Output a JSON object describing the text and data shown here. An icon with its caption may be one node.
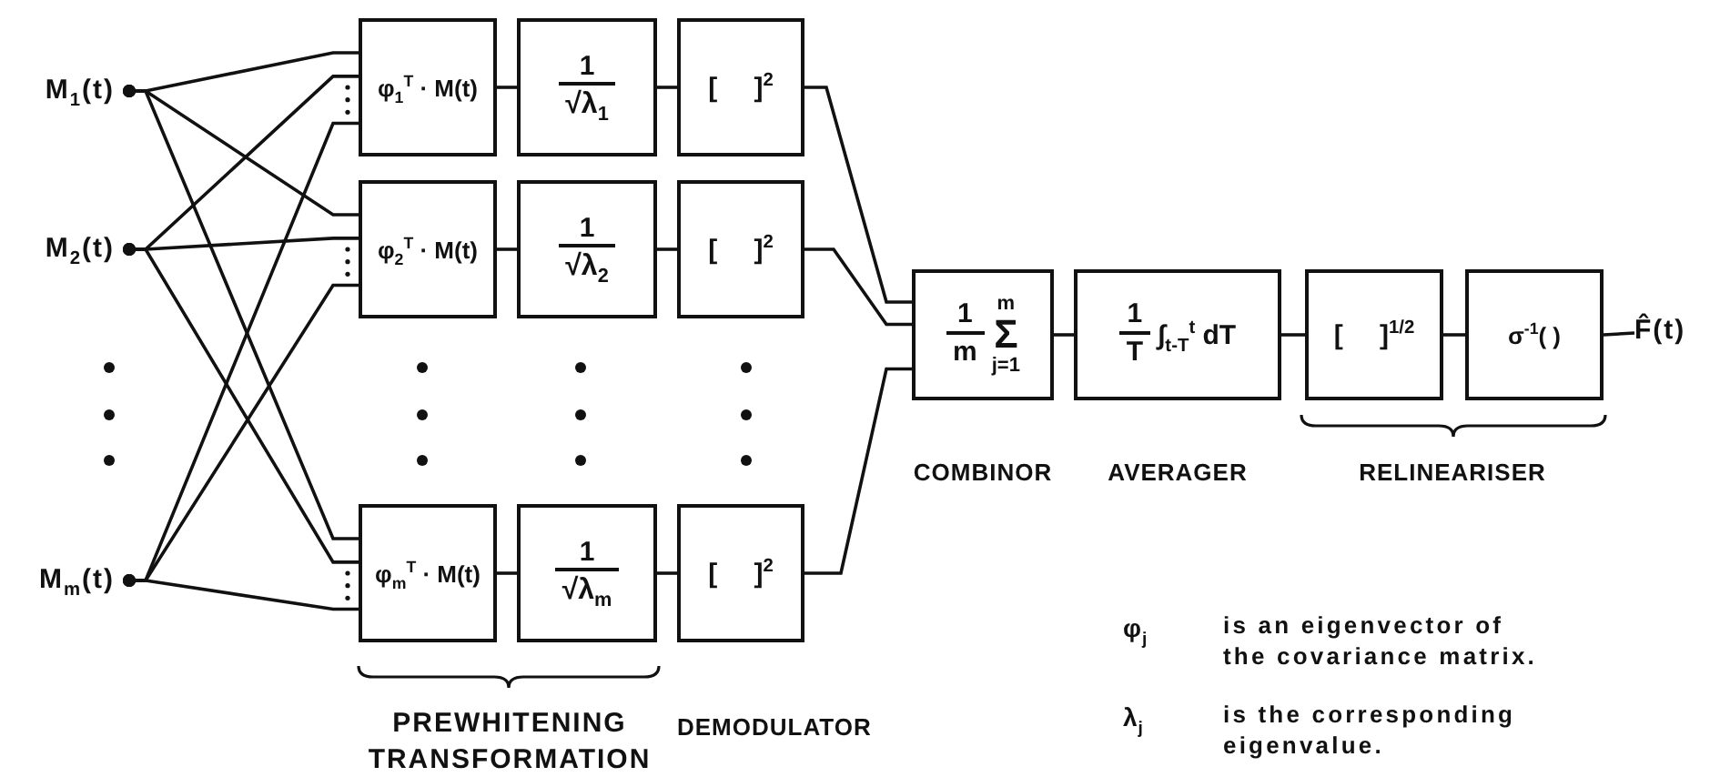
{
  "diagram": {
    "nodes": [
      {
        "text": [
          "M$_{1}$(t)"
        ]
      },
      {
        "text": [
          "M$_{2}$(t)"
        ]
      },
      {
        "text": [
          "M$_{m}$(t)"
        ]
      },
      {
        "text": [
          "φ$_{1}$$^{T}$ · M(t)"
        ]
      },
      {
        "text": [
          "1",
          "√λ$_{1}$"
        ]
      },
      {
        "text": [
          "[ ]$^{2}$"
        ]
      },
      {
        "text": [
          "φ$_{2}$$^{T}$ · M(t)"
        ]
      },
      {
        "text": [
          "1",
          "√λ$_{2}$"
        ]
      },
      {
        "text": [
          "[ ]$^{2}$"
        ]
      },
      {
        "text": [
          "φ$_{m}$$^{T}$ · M(t)"
        ]
      },
      {
        "text": [
          "1",
          "√λ$_{m}$"
        ]
      },
      {
        "text": [
          "[ ]$^{2}$"
        ]
      },
      {
        "text": [
          "1",
          "m",
          "m",
          "Σ",
          "j=1"
        ]
      },
      {
        "text": [
          "1",
          "T",
          "∫$_{t-T}$$^{t}$ dT"
        ]
      },
      {
        "text": [
          "[ ]$^{1/2}$"
        ]
      },
      {
        "text": [
          "σ$^{-1}$( )"
        ]
      },
      {
        "text": [
          "F̂(t)"
        ]
      }
    ],
    "edges": [
      {
        "from": 0,
        "to": 3,
        "arrow": "other"
      },
      {
        "from": 1,
        "to": 3,
        "arrow": "other"
      },
      {
        "from": 2,
        "to": 3,
        "arrow": "other"
      },
      {
        "from": 0,
        "to": 6,
        "arrow": "other"
      },
      {
        "from": 1,
        "to": 6,
        "arrow": "other"
      },
      {
        "from": 2,
        "to": 6,
        "arrow": "other"
      },
      {
        "from": 0,
        "to": 9,
        "arrow": "other"
      },
      {
        "from": 1,
        "to": 9,
        "arrow": "other"
      },
      {
        "from": 2,
        "to": 9,
        "arrow": "other"
      },
      {
        "from": 3,
        "to": 4,
        "arrow": "none"
      },
      {
        "from": 4,
        "to": 5,
        "arrow": "none"
      },
      {
        "from": 6,
        "to": 7,
        "arrow": "none"
      },
      {
        "from": 7,
        "to": 8,
        "arrow": "none"
      },
      {
        "from": 9,
        "to": 10,
        "arrow": "none"
      },
      {
        "from": 10,
        "to": 11,
        "arrow": "none"
      },
      {
        "from": 5,
        "to": 12,
        "arrow": "none"
      },
      {
        "from": 8,
        "to": 12,
        "arrow": "none"
      },
      {
        "from": 11,
        "to": 12,
        "arrow": "none"
      },
      {
        "from": 12,
        "to": 13,
        "arrow": "none"
      },
      {
        "from": 13,
        "to": 14,
        "arrow": "none"
      },
      {
        "from": 14,
        "to": 15,
        "arrow": "none"
      },
      {
        "from": 15,
        "to": 16,
        "arrow": "none"
      }
    ],
    "labels": [
      "PREWHITENING TRANSFORMATION",
      "DEMODULATOR",
      "COMBINOR",
      "AVERAGER",
      "RELINEARISER",
      "φ$_{j}$",
      "is an eigenvector of the covariance matrix.",
      "λ$_{j}$",
      "is the corresponding eigenvalue."
    ]
  }
}
